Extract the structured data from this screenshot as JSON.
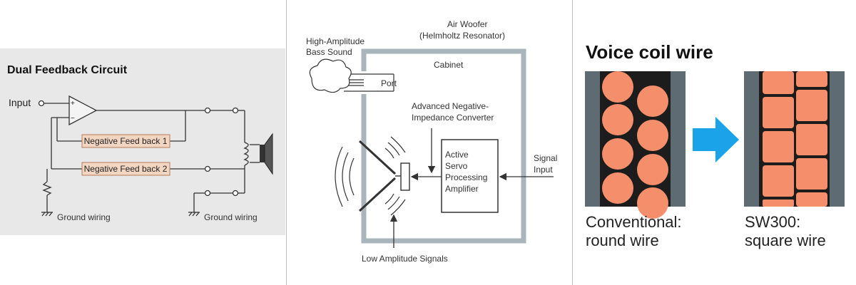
{
  "panel1": {
    "title": "Dual Feedback Circuit",
    "input_label": "Input",
    "opamp_plus": "+",
    "opamp_minus": "−",
    "nf1_label": "Negative Feed back 1",
    "nf2_label": "Negative Feed back 2",
    "ground_left": "Ground wiring",
    "ground_right": "Ground wiring",
    "colors": {
      "background": "#e8e8e8",
      "box_fill": "#f2d6c2",
      "box_stroke": "#b47a55",
      "line": "#333333"
    }
  },
  "panel2": {
    "air_woofer": "Air Woofer",
    "helmholtz": "(Helmholtz Resonator)",
    "high_amp_1": "High-Amplitude",
    "high_amp_2": "Bass Sound",
    "cabinet": "Cabinet",
    "port": "Port",
    "anic_1": "Advanced Negative-",
    "anic_2": "Impedance Converter",
    "amp_1": "Active",
    "amp_2": "Servo",
    "amp_3": "Processing",
    "amp_4": "Amplifier",
    "signal_1": "Signal",
    "signal_2": "Input",
    "low_amp": "Low Amplitude Signals",
    "colors": {
      "cabinet": "#a9b4bb",
      "line": "#333333"
    }
  },
  "panel3": {
    "title": "Voice coil wire",
    "conv_1": "Conventional:",
    "conv_2": "round wire",
    "sw_1": "SW300:",
    "sw_2": "square wire",
    "colors": {
      "frame": "#5f6b72",
      "gap": "#1c1c1c",
      "wire": "#f58e6b",
      "arrow": "#1aa3e8"
    }
  }
}
